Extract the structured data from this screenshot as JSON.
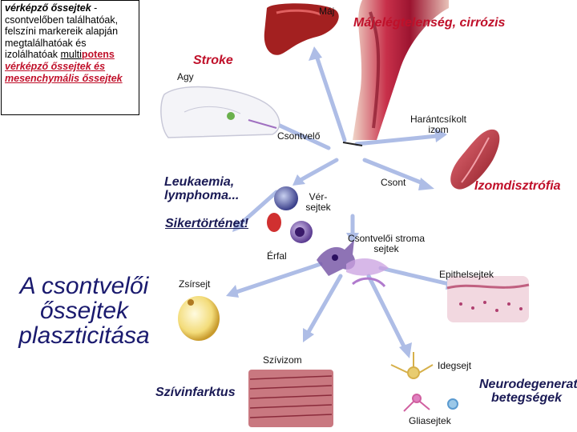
{
  "info_box": {
    "term": "vérképző őssejtek",
    "dash": " -",
    "line1": "csontvelőben találhatóak, felszíni markereik alapján megtalálhatóak és izolálhatóak",
    "multi_a": "multi",
    "multi_b": "potens",
    "multi_c": " vérképző őssejtek",
    "and": " és ",
    "mesench": "mesenchymális őssejtek"
  },
  "title": "A csontvelői őssejtek plaszticitása",
  "labels": {
    "maj": "Máj",
    "majelegtelenseg": "Májelégtelenség, cirrózis",
    "stroke": "Stroke",
    "agy": "Agy",
    "harantcsikolt": "Harántcsíkolt izom",
    "csontvelo": "Csontvelő",
    "leukaemia": "Leukaemia, lymphoma...",
    "csont": "Csont",
    "izomdisztrofia": "Izomdisztrófia",
    "ver_sejtek": "Vér-sejtek",
    "sikertortenet": "Sikertörténet!",
    "stroma": "Csontvelői stroma sejtek",
    "erfal": "Érfal",
    "epithel": "Epithelsejtek",
    "zsirsejt": "Zsírsejt",
    "szivizom": "Szívizom",
    "idegsejt": "Idegsejt",
    "szivinfarktus": "Szívinfarktus",
    "neurodeg": "Neurodegeneratív betegségek",
    "gliasejtek": "Gliasejtek"
  },
  "colors": {
    "arrow": "#aebde6",
    "accent_red": "#c0102a",
    "title_navy": "#1a1a6e",
    "liver": "#a32020",
    "muscle": "#c2303a",
    "bone": "#b01838"
  }
}
